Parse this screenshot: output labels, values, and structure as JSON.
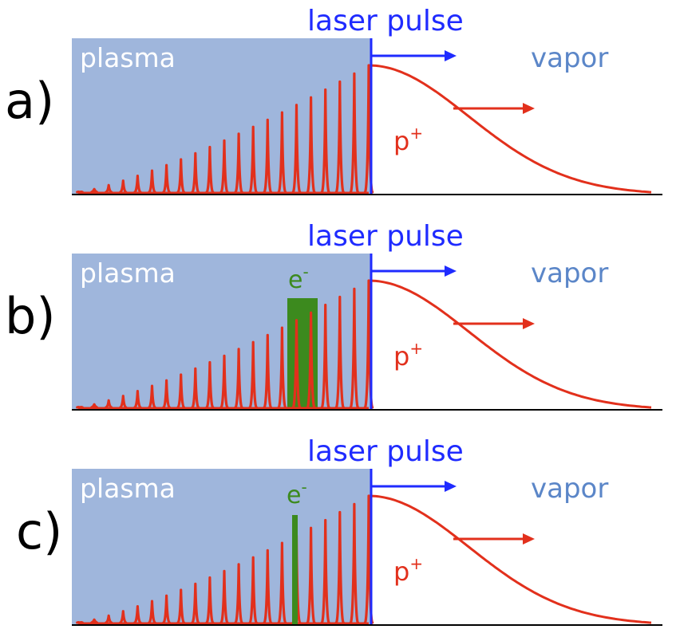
{
  "colors": {
    "plasma_fill": "#9fb6dc",
    "laser_blue": "#1f2bff",
    "proton_red": "#e2301c",
    "vapor_blue": "#5b86c8",
    "electron_green": "#3c8a1e",
    "axis": "#000000"
  },
  "panels": [
    {
      "letter": "a)",
      "plasma_label": "plasma",
      "laser_label": "laser pulse",
      "vapor_label": "vapor",
      "proton_label": "p",
      "proton_sup": "+",
      "electron_label": "",
      "electron_sup": "",
      "electron_bunch": "none"
    },
    {
      "letter": "b)",
      "plasma_label": "plasma",
      "laser_label": "laser pulse",
      "vapor_label": "vapor",
      "proton_label": "p",
      "proton_sup": "+",
      "electron_label": "e",
      "electron_sup": "-",
      "electron_bunch": "wide"
    },
    {
      "letter": "c)",
      "plasma_label": "plasma",
      "laser_label": "laser pulse",
      "vapor_label": "vapor",
      "proton_label": "p",
      "proton_sup": "+",
      "electron_label": "e",
      "electron_sup": "-",
      "electron_bunch": "narrow"
    }
  ]
}
